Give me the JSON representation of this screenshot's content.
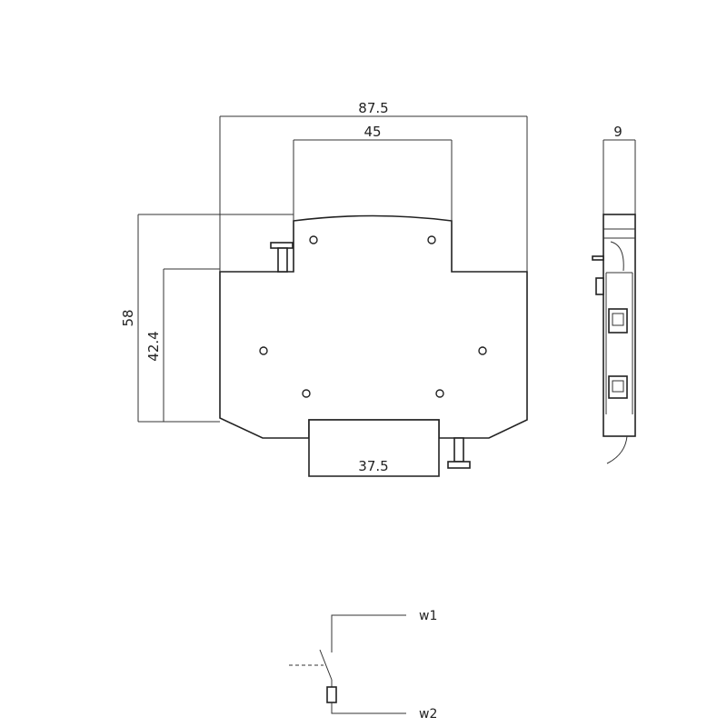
{
  "dimensions": {
    "overall_width": "87.5",
    "top_width": "45",
    "bottom_width": "37.5",
    "overall_height": "58",
    "body_height": "42.4",
    "side_depth": "9"
  },
  "schematic": {
    "terminal_top": "w1",
    "terminal_bottom": "w2"
  }
}
